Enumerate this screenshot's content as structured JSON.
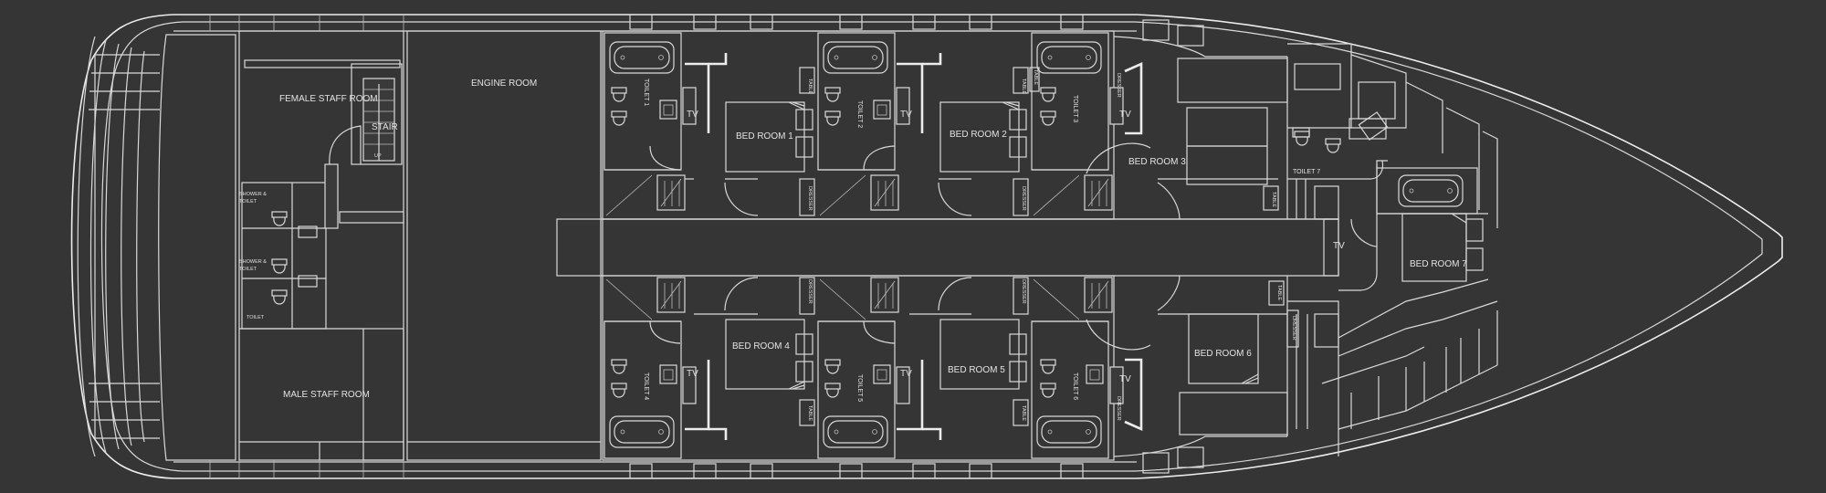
{
  "rooms": {
    "engine_room": "ENGINE ROOM",
    "female_staff_room": "FEMALE STAFF ROOM",
    "male_staff_room": "MALE STAFF ROOM",
    "stair": "STAIR",
    "shower_toilet_1": "SHOWER &",
    "shower_toilet_1b": "TOILET",
    "shower_toilet_2": "SHOWER &",
    "shower_toilet_2b": "TOILET",
    "staff_toilet": "TOILET",
    "bed_room_1": "BED ROOM 1",
    "bed_room_2": "BED ROOM 2",
    "bed_room_3": "BED ROOM 3",
    "bed_room_4": "BED ROOM 4",
    "bed_room_5": "BED ROOM 5",
    "bed_room_6": "BED ROOM 6",
    "bed_room_7": "BED ROOM 7",
    "toilet_1": "TOILET 1",
    "toilet_2": "TOILET 2",
    "toilet_3": "TOILET 3",
    "toilet_4": "TOILET 4",
    "toilet_5": "TOILET 5",
    "toilet_6": "TOILET 6",
    "toilet_7": "TOILET 7"
  },
  "furniture": {
    "tv": "TV",
    "table": "TABLE",
    "dresser": "DRESSER",
    "up": "UP"
  }
}
